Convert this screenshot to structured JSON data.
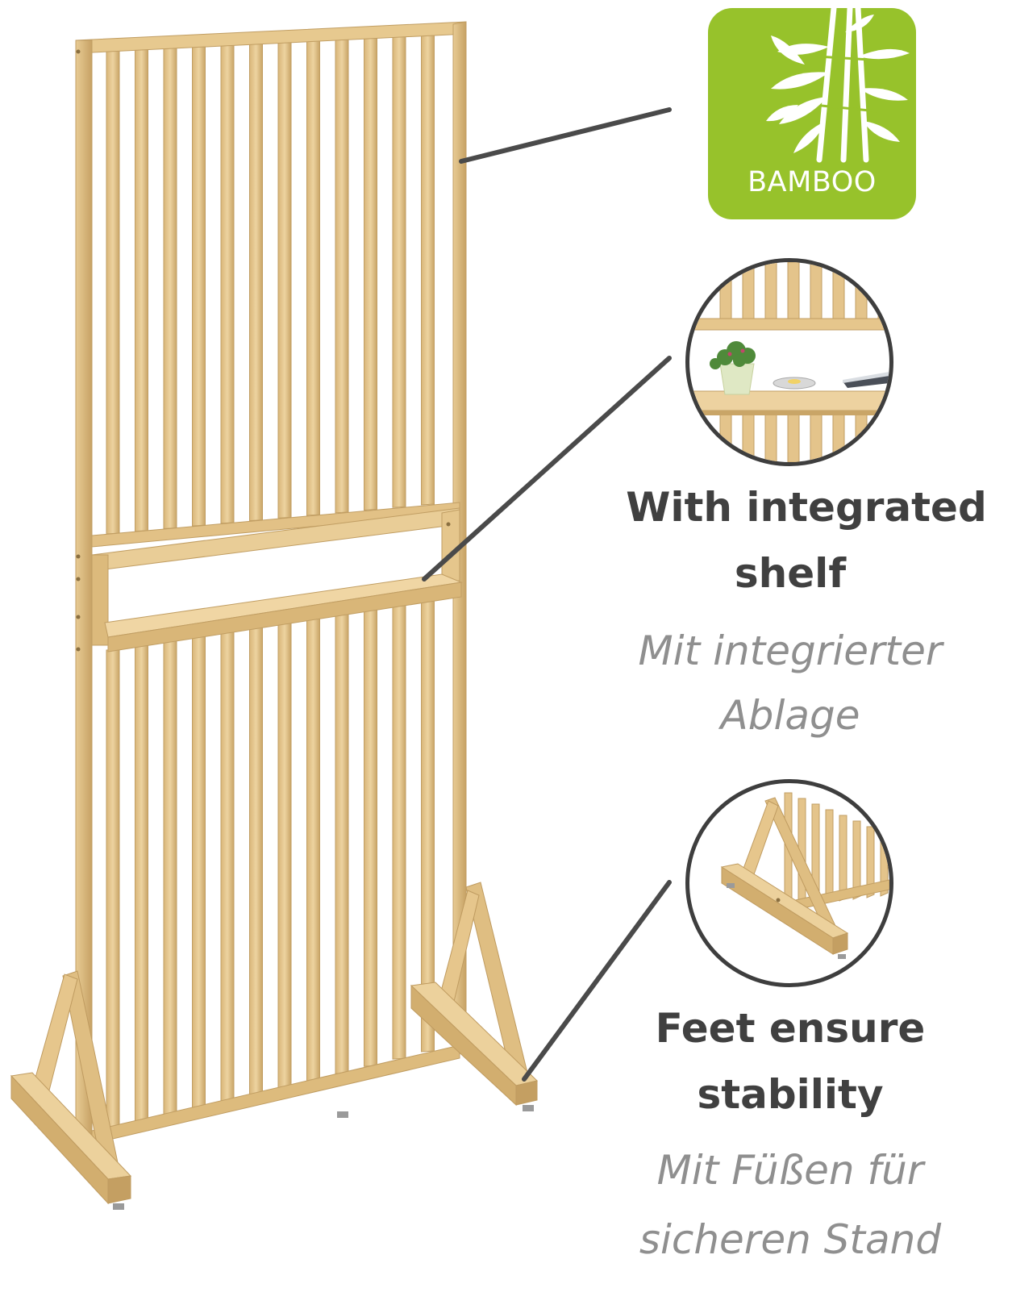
{
  "badge": {
    "label": "BAMBOO",
    "icon": "bamboo-icon",
    "color": "#97c22b"
  },
  "features": [
    {
      "title_line1": "With integrated",
      "title_line2": "shelf",
      "subtitle_line1": "Mit integrierter",
      "subtitle_line2": "Ablage"
    },
    {
      "title_line1": "Feet ensure",
      "title_line2": "stability",
      "subtitle_line1": "Mit Füßen für",
      "subtitle_line2": "sicheren Stand"
    }
  ],
  "colors": {
    "bamboo": "#e4c48b",
    "bamboo_shadow": "#c9a567",
    "heading": "#404040",
    "subheading": "#8f8f8f",
    "callout_line": "#4a4a4a"
  }
}
